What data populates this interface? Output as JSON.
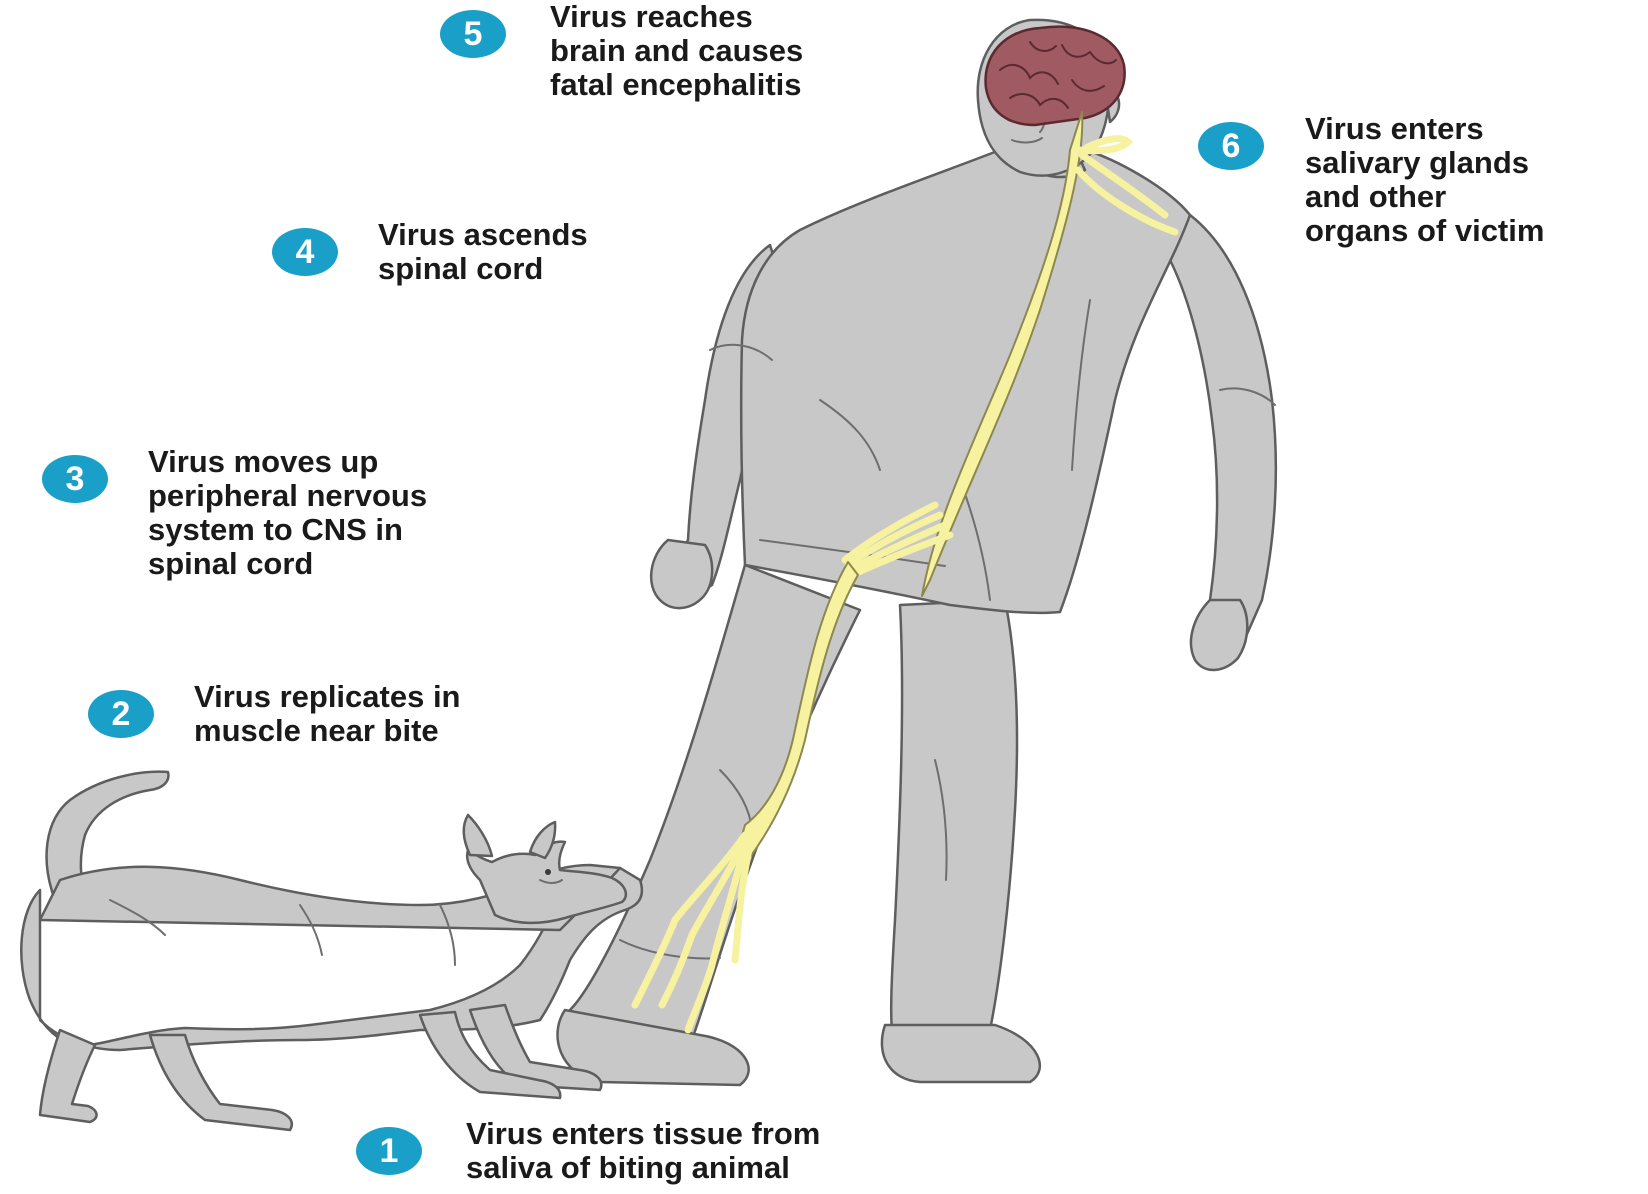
{
  "colors": {
    "badge": "#1aa0c8",
    "body_fill": "#c8c8c8",
    "body_stroke": "#5e5e5e",
    "nerve": "#f6f2a0",
    "nerve_stroke": "#8c8850",
    "brain": "#a05a62",
    "brain_stroke": "#5a2a30"
  },
  "steps": [
    {
      "number": "1",
      "lines": [
        "Virus enters tissue from",
        "saliva of biting animal"
      ]
    },
    {
      "number": "2",
      "lines": [
        "Virus replicates in",
        "muscle near bite"
      ]
    },
    {
      "number": "3",
      "lines": [
        "Virus moves up",
        "peripheral nervous",
        "system to CNS in",
        "spinal cord"
      ]
    },
    {
      "number": "4",
      "lines": [
        "Virus ascends",
        "spinal cord"
      ]
    },
    {
      "number": "5",
      "lines": [
        "Virus reaches",
        "brain and causes",
        "fatal encephalitis"
      ]
    },
    {
      "number": "6",
      "lines": [
        "Virus enters",
        "salivary glands",
        "and other",
        "organs of victim"
      ]
    }
  ],
  "illustration": {
    "figures": [
      "human",
      "dog"
    ],
    "highlighted": [
      "brain",
      "spinal-cord",
      "peripheral-nerves"
    ]
  }
}
